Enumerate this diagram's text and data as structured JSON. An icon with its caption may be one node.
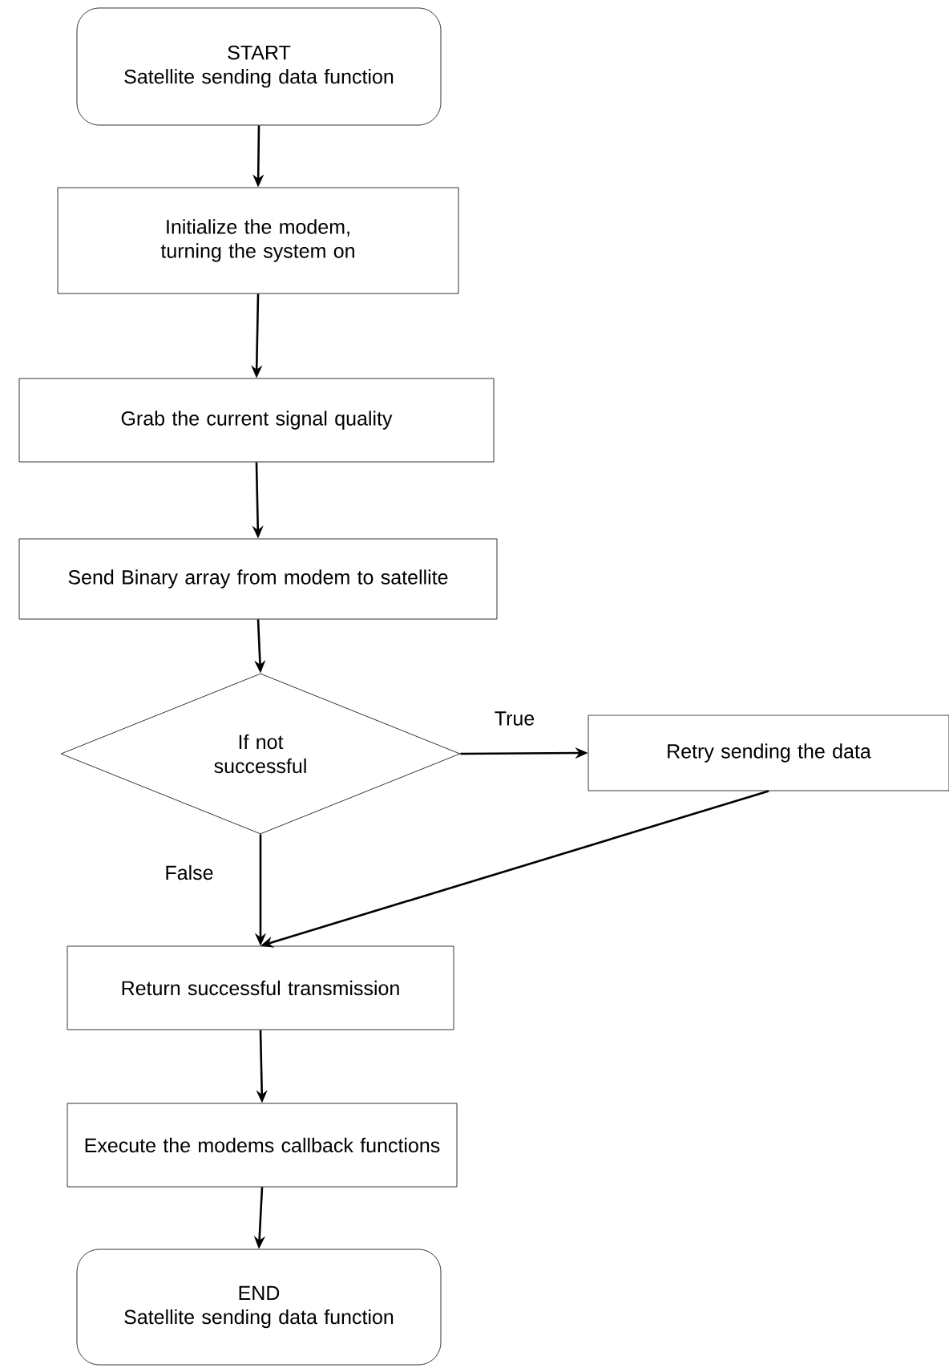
{
  "diagram": {
    "nodes": [
      {
        "text": [
          "START",
          "Satellite sending data function"
        ]
      },
      {
        "text": [
          "Initialize the modem, turning the system on"
        ]
      },
      {
        "text": [
          "Grab the current signal quality"
        ]
      },
      {
        "text": [
          "Send Binary array from modem to satellite"
        ]
      },
      {
        "text": [
          "If not successful"
        ]
      },
      {
        "text": [
          "Retry sending the data"
        ]
      },
      {
        "text": [
          "Return successful transmission"
        ]
      },
      {
        "text": [
          "Execute the modems callback functions"
        ]
      },
      {
        "text": [
          "END",
          "Satellite sending data function"
        ]
      }
    ],
    "edges": [
      {
        "from": 0,
        "to": 1,
        "arrow": "to"
      },
      {
        "from": 1,
        "to": 2,
        "arrow": "to"
      },
      {
        "from": 2,
        "to": 3,
        "arrow": "to"
      },
      {
        "from": 3,
        "to": 4,
        "arrow": "to"
      },
      {
        "from": 4,
        "to": 5,
        "arrow": "to",
        "label": "True"
      },
      {
        "from": 5,
        "to": 6,
        "arrow": "to"
      },
      {
        "from": 4,
        "to": 6,
        "arrow": "to",
        "label": "False"
      },
      {
        "from": 6,
        "to": 7,
        "arrow": "to"
      },
      {
        "from": 7,
        "to": 8,
        "arrow": "to"
      }
    ]
  }
}
